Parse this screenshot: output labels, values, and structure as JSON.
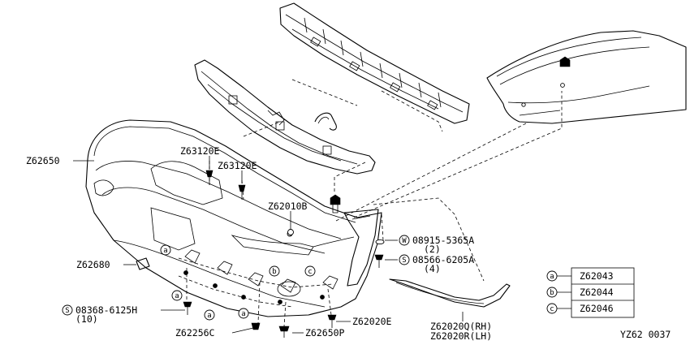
{
  "callouts": {
    "z62650": "Z62650",
    "z63120e_a": "Z63120E",
    "z63120e_b": "Z63120E",
    "z62010b": "Z62010B",
    "z62680": "Z62680",
    "w_part": "08915-5365A",
    "w_qty": "(2)",
    "s_part_1": "08566-6205A",
    "s_qty_1": "(4)",
    "s_part_2": "08368-6125H",
    "s_qty_2": "(10)",
    "z62256c": "Z62256C",
    "z62650p": "Z62650P",
    "z62020e": "Z62020E",
    "z62020q": "Z62020Q(RH)",
    "z62020r": "Z62020R(LH)"
  },
  "markers": {
    "a": "a",
    "b": "b",
    "c": "c",
    "w": "W",
    "s": "S"
  },
  "legend": [
    {
      "key": "a",
      "part": "Z62043"
    },
    {
      "key": "b",
      "part": "Z62044"
    },
    {
      "key": "c",
      "part": "Z62046"
    }
  ],
  "diagram_code": "YZ62 0037"
}
